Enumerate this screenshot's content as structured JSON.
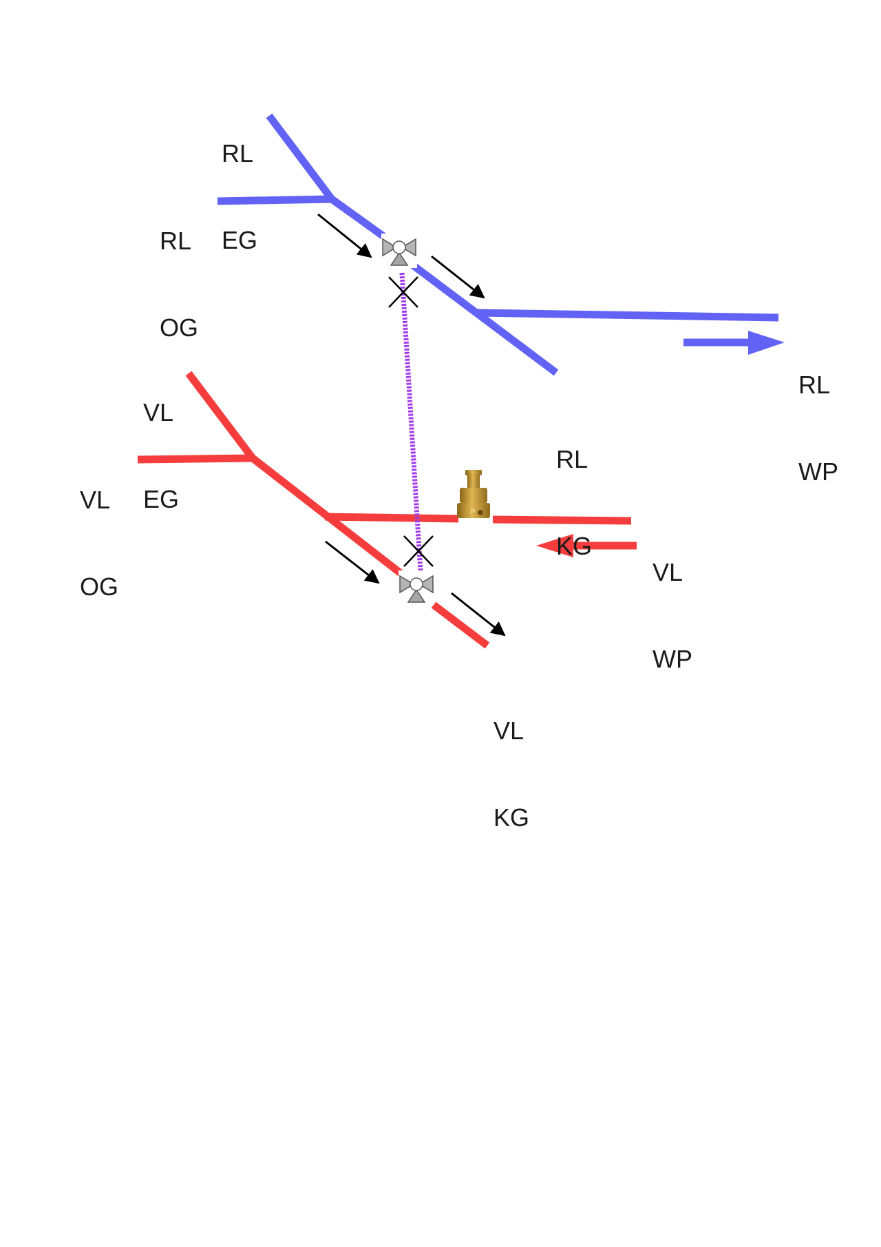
{
  "labels": {
    "rl_eg": {
      "line1": "RL",
      "line2": "EG"
    },
    "rl_og": {
      "line1": "RL",
      "line2": "OG"
    },
    "rl_kg": {
      "line1": "RL",
      "line2": "KG"
    },
    "rl_wp": {
      "line1": "RL",
      "line2": "WP"
    },
    "vl_eg": {
      "line1": "VL",
      "line2": "EG"
    },
    "vl_og": {
      "line1": "VL",
      "line2": "OG"
    },
    "vl_kg": {
      "line1": "VL",
      "line2": "KG"
    },
    "vl_wp": {
      "line1": "VL",
      "line2": "WP"
    }
  },
  "colors": {
    "return_pipe": "#6262f5",
    "supply_pipe": "#f53d3d",
    "bypass_link": "#a23be8",
    "flow_arrow": "#000000",
    "valve": "#a6a6a6",
    "air_vent": "#c8992e"
  },
  "icons": [
    "three-way-valve-icon",
    "air-vent-icon",
    "cross-icon"
  ]
}
